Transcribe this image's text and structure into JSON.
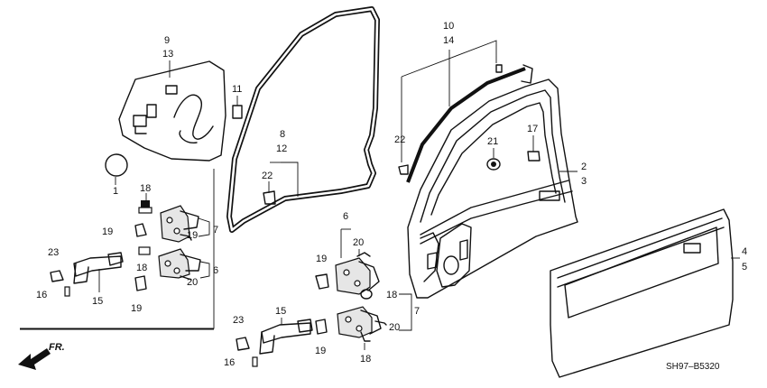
{
  "diagram": {
    "code": "SH97–B5320",
    "direction_label": "FR.",
    "callouts": {
      "c9": "9",
      "c13": "13",
      "c11": "11",
      "c1": "1",
      "c8": "8",
      "c12": "12",
      "c22a": "22",
      "c10": "10",
      "c14": "14",
      "c22b": "22",
      "c21": "21",
      "c17": "17",
      "c2": "2",
      "c3": "3",
      "c4": "4",
      "c5": "5",
      "c18a": "18",
      "c19a": "19",
      "c19b": "19",
      "c7a": "7",
      "c23a": "23",
      "c18b": "18",
      "c6a": "6",
      "c20a": "20",
      "c16a": "16",
      "c15a": "15",
      "c19c": "19",
      "c6b": "6",
      "c20b": "20",
      "c19d": "19",
      "c18c": "18",
      "c7b": "7",
      "c20c": "20",
      "c23b": "23",
      "c15b": "15",
      "c19e": "19",
      "c18d": "18",
      "c16b": "16"
    }
  }
}
